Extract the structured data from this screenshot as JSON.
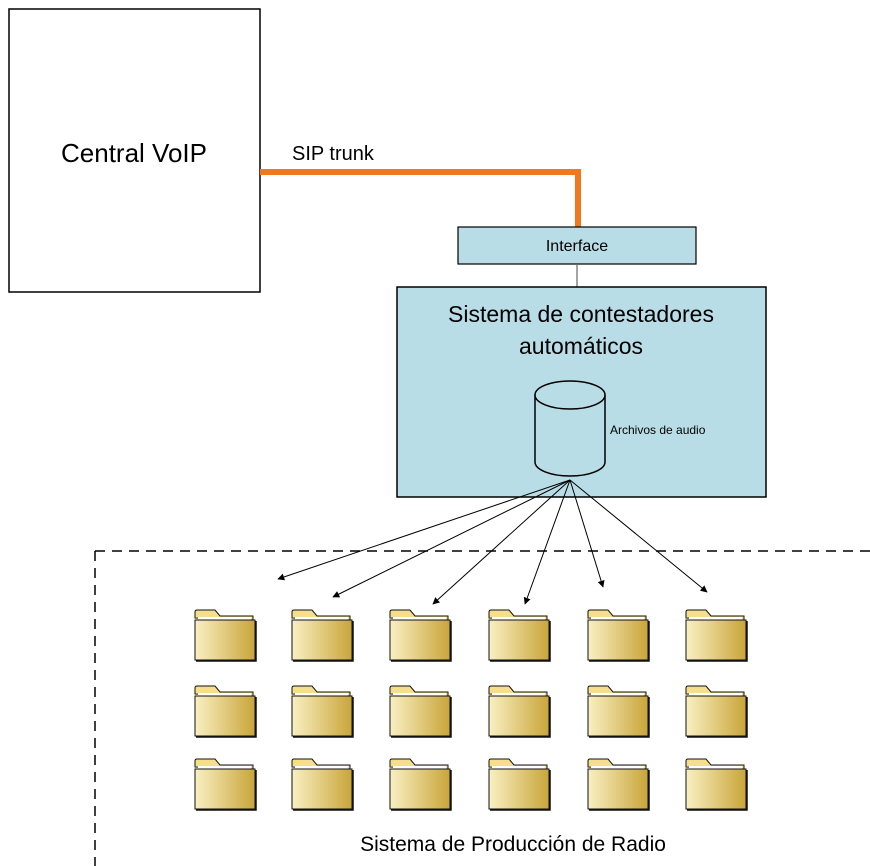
{
  "colors": {
    "trunk": "#F07820",
    "interface_fill": "#B8DDE6",
    "system_fill": "#B8DDE6",
    "folder_tab": "#F5DE8C",
    "folder_front_light": "#F9F0C2",
    "folder_front_dark": "#C9A53A",
    "folder_edge": "#111111"
  },
  "central": {
    "label": "Central VoIP"
  },
  "trunk": {
    "label": "SIP trunk"
  },
  "interface": {
    "label": "Interface"
  },
  "system": {
    "line1": "Sistema de contestadores",
    "line2": "automáticos"
  },
  "storage": {
    "label": "Archivos de audio",
    "icon": "database-cylinder-icon"
  },
  "production": {
    "label": "Sistema de Producción de Radio"
  },
  "folders": {
    "rows": 3,
    "cols": 6,
    "icon": "folder-icon"
  }
}
